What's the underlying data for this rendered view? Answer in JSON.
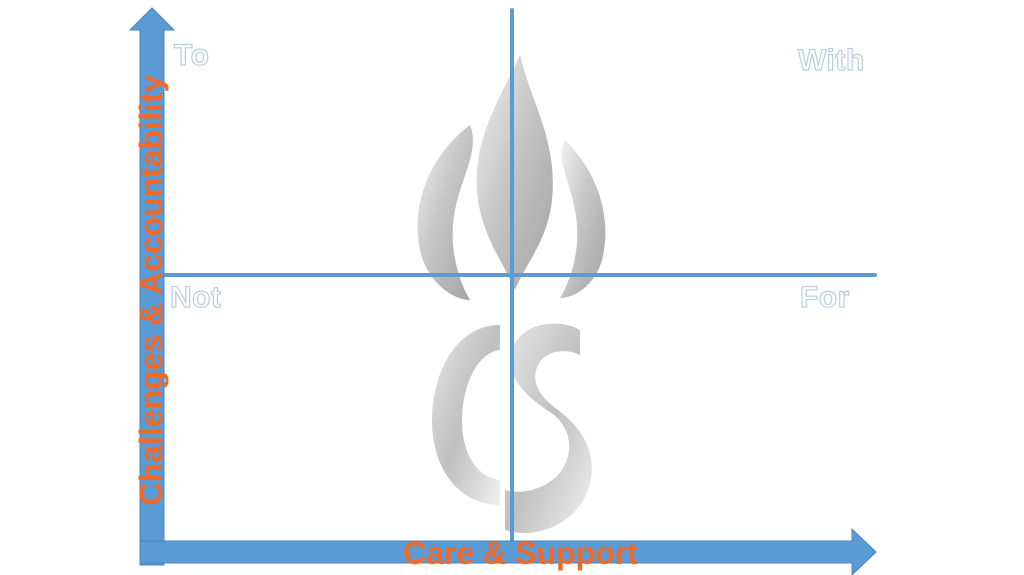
{
  "diagram": {
    "x_axis_title": "Care & Support",
    "y_axis_title": "Challenges & Accountability",
    "quadrants": {
      "top_left": "To",
      "top_right": "With",
      "bottom_left": "Not",
      "bottom_right": "For"
    },
    "colors": {
      "axis": "#5b9bd5",
      "axis_title": "#ef6a2a",
      "quadrant_label_outline": "#b7cde3",
      "watermark": "#bdbdbd"
    },
    "watermark_icon": "flame-cs-logo"
  }
}
